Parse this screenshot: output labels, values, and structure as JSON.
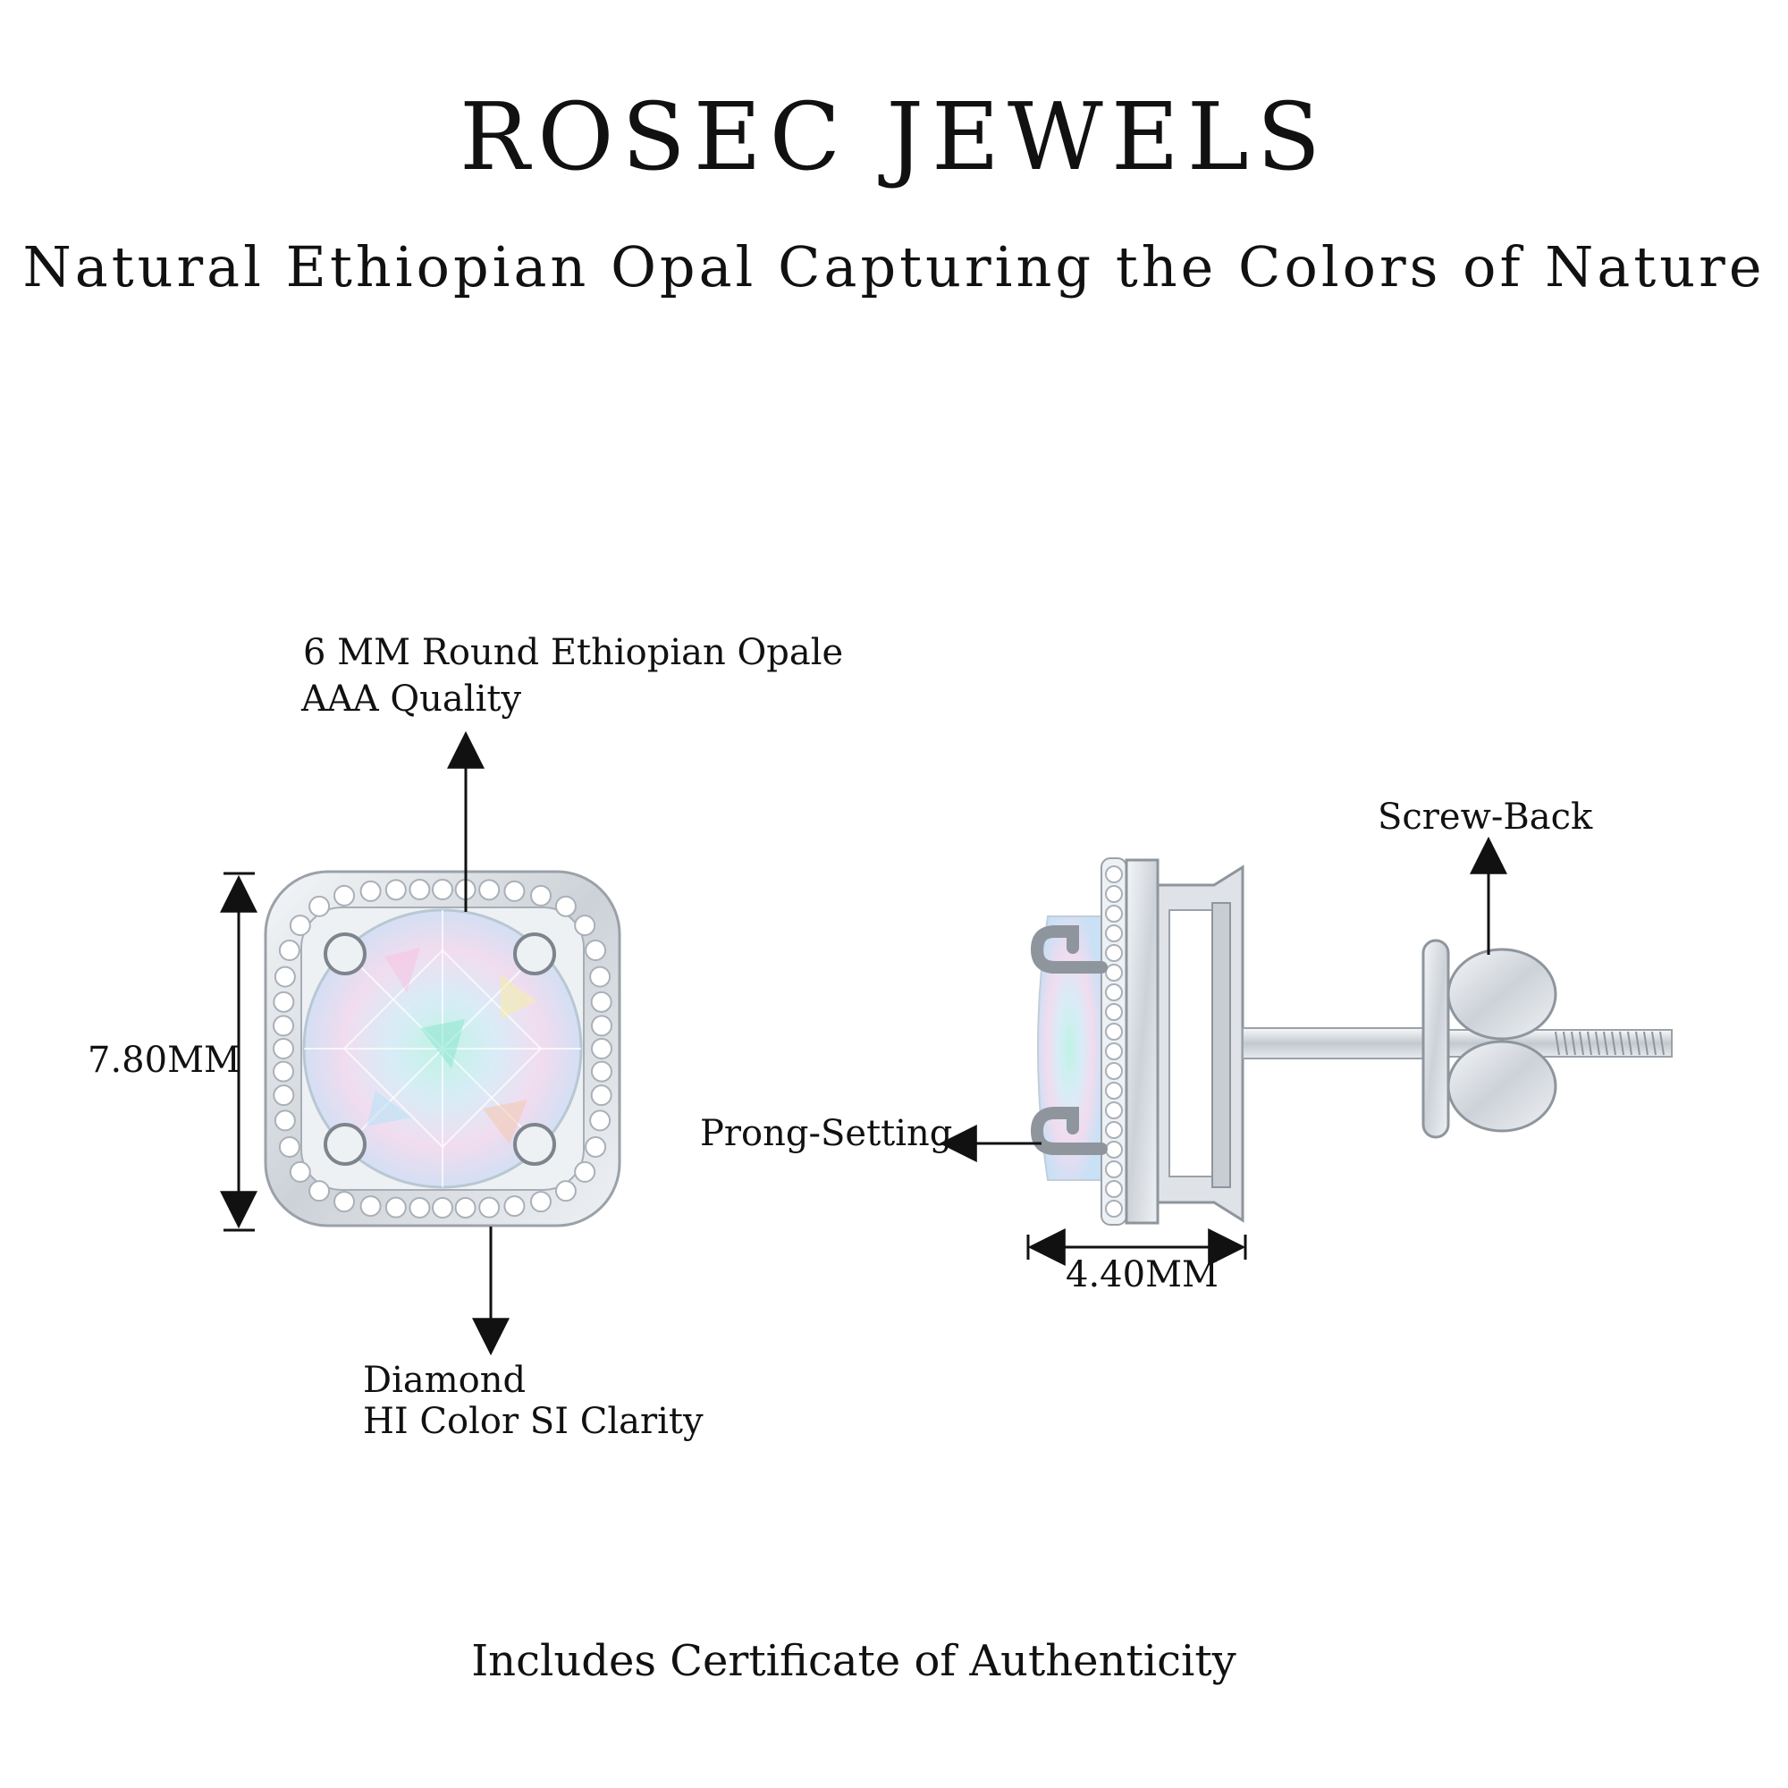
{
  "brand": "ROSEC JEWELS",
  "tagline": "Natural Ethiopian Opal Capturing the Colors of Nature",
  "callouts": {
    "center_stone_line1": "6 MM Round Ethiopian Opale",
    "center_stone_line2": "AAA Quality",
    "diamond_line1": "Diamond",
    "diamond_line2": "HI Color SI Clarity",
    "height": "7.80MM",
    "prong": "Prong-Setting",
    "screw": "Screw-Back",
    "width": "4.40MM"
  },
  "footer": "Includes Certificate of Authenticity",
  "colors": {
    "metal": "#d9dde2",
    "metal_dark": "#9aa1a9",
    "opal_base": "#cfe9f3",
    "text": "#111111"
  }
}
